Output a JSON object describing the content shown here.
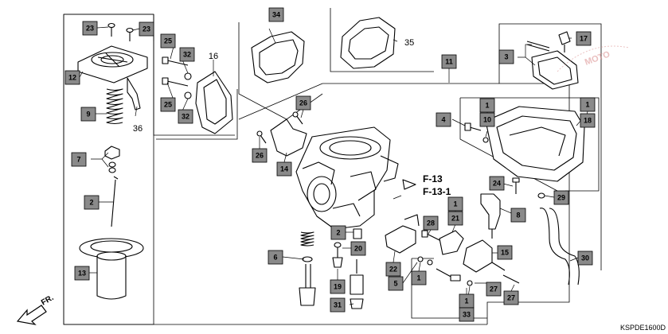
{
  "callouts": [
    {
      "id": "c23a",
      "number": "23"
    },
    {
      "id": "c23b",
      "number": "23"
    },
    {
      "id": "c12",
      "number": "12"
    },
    {
      "id": "c9",
      "number": "9"
    },
    {
      "id": "c7",
      "number": "7"
    },
    {
      "id": "c2a",
      "number": "2"
    },
    {
      "id": "c13",
      "number": "13"
    },
    {
      "id": "c25a",
      "number": "25"
    },
    {
      "id": "c32a",
      "number": "32"
    },
    {
      "id": "c25b",
      "number": "25"
    },
    {
      "id": "c32b",
      "number": "32"
    },
    {
      "id": "c34",
      "number": "34"
    },
    {
      "id": "c26a",
      "number": "26"
    },
    {
      "id": "c26b",
      "number": "26"
    },
    {
      "id": "c14",
      "number": "14"
    },
    {
      "id": "c11",
      "number": "11"
    },
    {
      "id": "c3",
      "number": "3"
    },
    {
      "id": "c17",
      "number": "17"
    },
    {
      "id": "c4",
      "number": "4"
    },
    {
      "id": "c1a",
      "number": "1"
    },
    {
      "id": "c10",
      "number": "10"
    },
    {
      "id": "c1b",
      "number": "1"
    },
    {
      "id": "c18",
      "number": "18"
    },
    {
      "id": "c24",
      "number": "24"
    },
    {
      "id": "c29",
      "number": "29"
    },
    {
      "id": "c1c",
      "number": "1"
    },
    {
      "id": "c21",
      "number": "21"
    },
    {
      "id": "c8",
      "number": "8"
    },
    {
      "id": "c28",
      "number": "28"
    },
    {
      "id": "c2b",
      "number": "2"
    },
    {
      "id": "c20",
      "number": "20"
    },
    {
      "id": "c6",
      "number": "6"
    },
    {
      "id": "c15",
      "number": "15"
    },
    {
      "id": "c30",
      "number": "30"
    },
    {
      "id": "c22",
      "number": "22"
    },
    {
      "id": "c1d",
      "number": "1"
    },
    {
      "id": "c5",
      "number": "5"
    },
    {
      "id": "c19",
      "number": "19"
    },
    {
      "id": "c27a",
      "number": "27"
    },
    {
      "id": "c27b",
      "number": "27"
    },
    {
      "id": "c1e",
      "number": "1"
    },
    {
      "id": "c31",
      "number": "31"
    },
    {
      "id": "c33",
      "number": "33"
    }
  ],
  "plain_labels": {
    "l16": "16",
    "l36": "36",
    "l35": "35"
  },
  "references": {
    "f13": "F-13",
    "f13_1": "F-13-1"
  },
  "direction_label": "FR.",
  "diagram_code": "KSPDE1600D",
  "watermark": "MOTO",
  "colors": {
    "callout_fill": "#8a8a8a",
    "line": "#000000",
    "watermark": "#d98a8a"
  }
}
